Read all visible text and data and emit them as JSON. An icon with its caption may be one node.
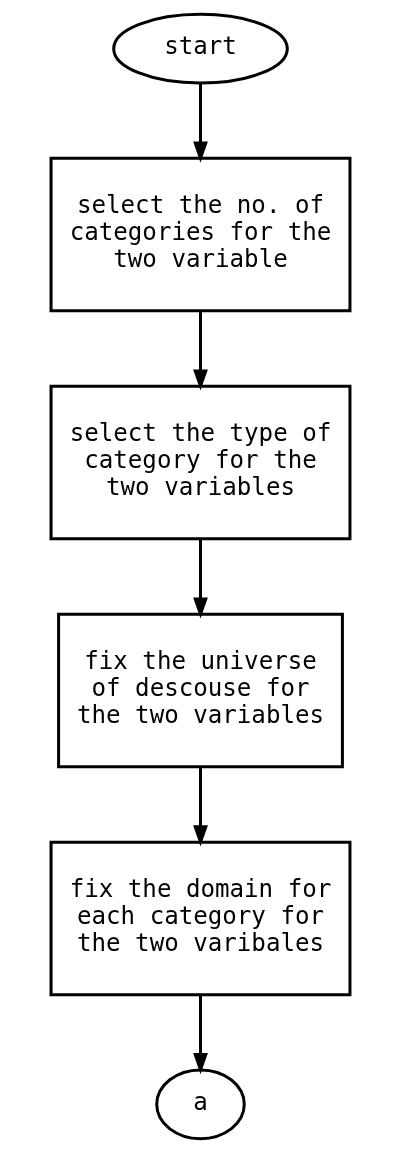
{
  "diagram": {
    "nodes": [
      {
        "text": [
          "start"
        ]
      },
      {
        "text": [
          "select the no. of categories for the two variable"
        ]
      },
      {
        "text": [
          "select the type of category for the two variables"
        ]
      },
      {
        "text": [
          "fix the universe of descouse for the two variables"
        ]
      },
      {
        "text": [
          "fix the domain for each category for the two varibales"
        ]
      },
      {
        "text": [
          "a"
        ]
      }
    ],
    "edges": [
      {
        "from": 0,
        "to": 1,
        "arrow": "to"
      },
      {
        "from": 1,
        "to": 2,
        "arrow": "to"
      },
      {
        "from": 2,
        "to": 3,
        "arrow": "to"
      },
      {
        "from": 3,
        "to": 4,
        "arrow": "to"
      },
      {
        "from": 4,
        "to": 5,
        "arrow": "to"
      }
    ]
  }
}
